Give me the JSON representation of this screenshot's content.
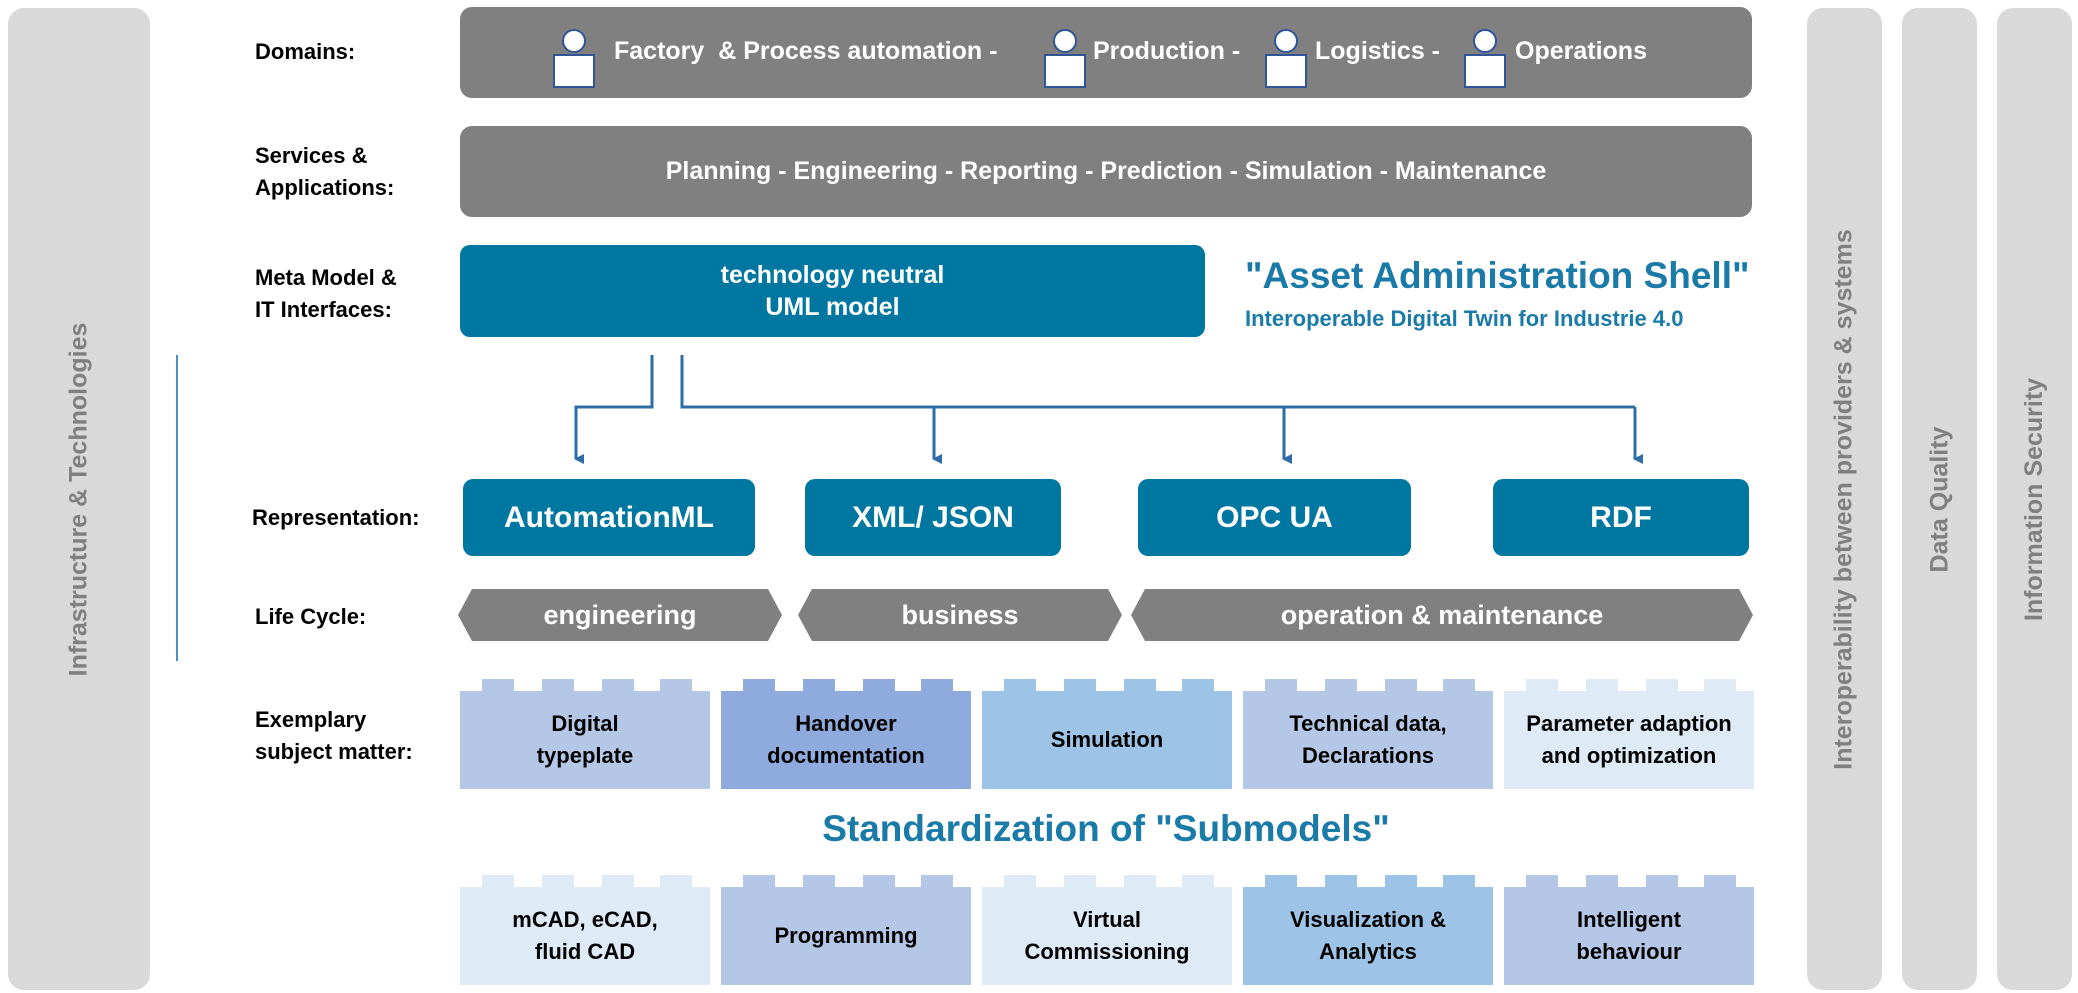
{
  "pillars": {
    "left": "Infrastructure & Technologies",
    "right1": "Interoperability between providers & systems",
    "right2": "Data Quality",
    "right3": "Information Security"
  },
  "labels": {
    "domains": "Domains:",
    "services_line1": "Services &",
    "services_line2": "Applications:",
    "meta_line1": "Meta Model &",
    "meta_line2": "IT Interfaces:",
    "representation": "Representation:",
    "lifecycle": "Life Cycle:",
    "subject_line1": "Exemplary",
    "subject_line2": "subject matter:"
  },
  "domains": {
    "items": [
      "Factory  & Process automation -",
      "Production -",
      "Logistics -",
      "Operations"
    ],
    "icon": "person-icon"
  },
  "services": {
    "text": "Planning - Engineering - Reporting - Prediction - Simulation - Maintenance"
  },
  "meta_model": {
    "line1": "technology neutral",
    "line2": "UML model"
  },
  "aas": {
    "title": "\"Asset Administration Shell\"",
    "subtitle": "Interoperable Digital Twin for Industrie 4.0"
  },
  "representation": [
    "AutomationML",
    "XML/ JSON",
    "OPC UA",
    "RDF"
  ],
  "lifecycle": [
    "engineering",
    "business",
    "operation & maintenance"
  ],
  "submodels_top": [
    {
      "line1": "Digital",
      "line2": "typeplate"
    },
    {
      "line1": "Handover",
      "line2": "documentation"
    },
    {
      "line1": "Simulation",
      "line2": ""
    },
    {
      "line1": "Technical data,",
      "line2": "Declarations"
    },
    {
      "line1": "Parameter adaption",
      "line2": "and optimization"
    }
  ],
  "standardization": "Standardization of \"Submodels\"",
  "submodels_bottom": [
    {
      "line1": "mCAD, eCAD,",
      "line2": "fluid CAD"
    },
    {
      "line1": "Programming",
      "line2": ""
    },
    {
      "line1": "Virtual",
      "line2": "Commissioning"
    },
    {
      "line1": "Visualization &",
      "line2": "Analytics"
    },
    {
      "line1": "Intelligent",
      "line2": "behaviour"
    }
  ],
  "colors": {
    "blue": "#0077a0",
    "gray": "#808080",
    "pillar": "#d9d9d9",
    "pillar_text": "#7f7f7f",
    "accent_text": "#1a7aa8"
  }
}
